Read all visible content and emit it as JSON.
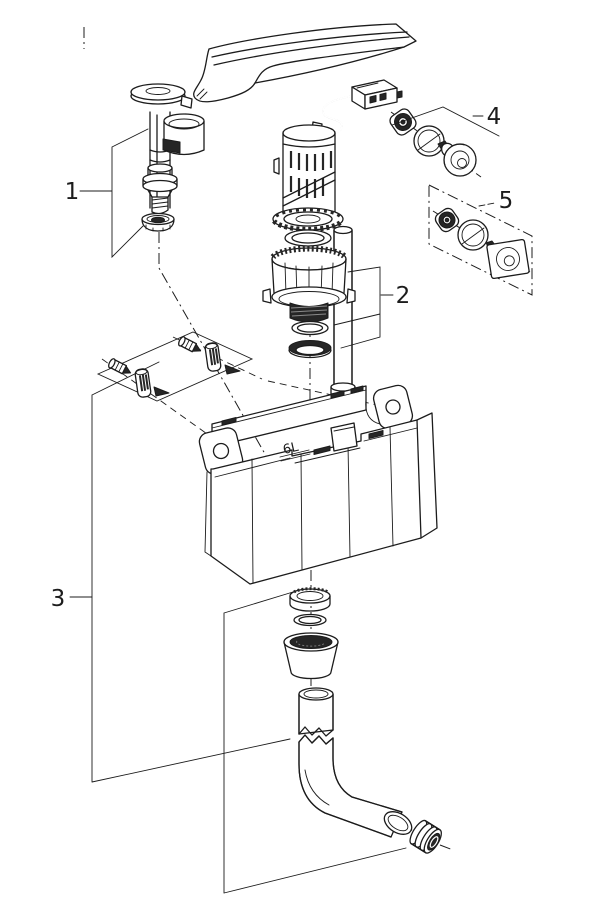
{
  "diagram": {
    "type": "exploded-parts-diagram",
    "callouts": {
      "c1": "1",
      "c2": "2",
      "c3": "3",
      "c4": "4",
      "c5": "5"
    },
    "tank_capacity_label": "6L",
    "colors": {
      "line": "#1c1c1c",
      "dark_fill": "#262626",
      "background": "#ffffff"
    }
  }
}
